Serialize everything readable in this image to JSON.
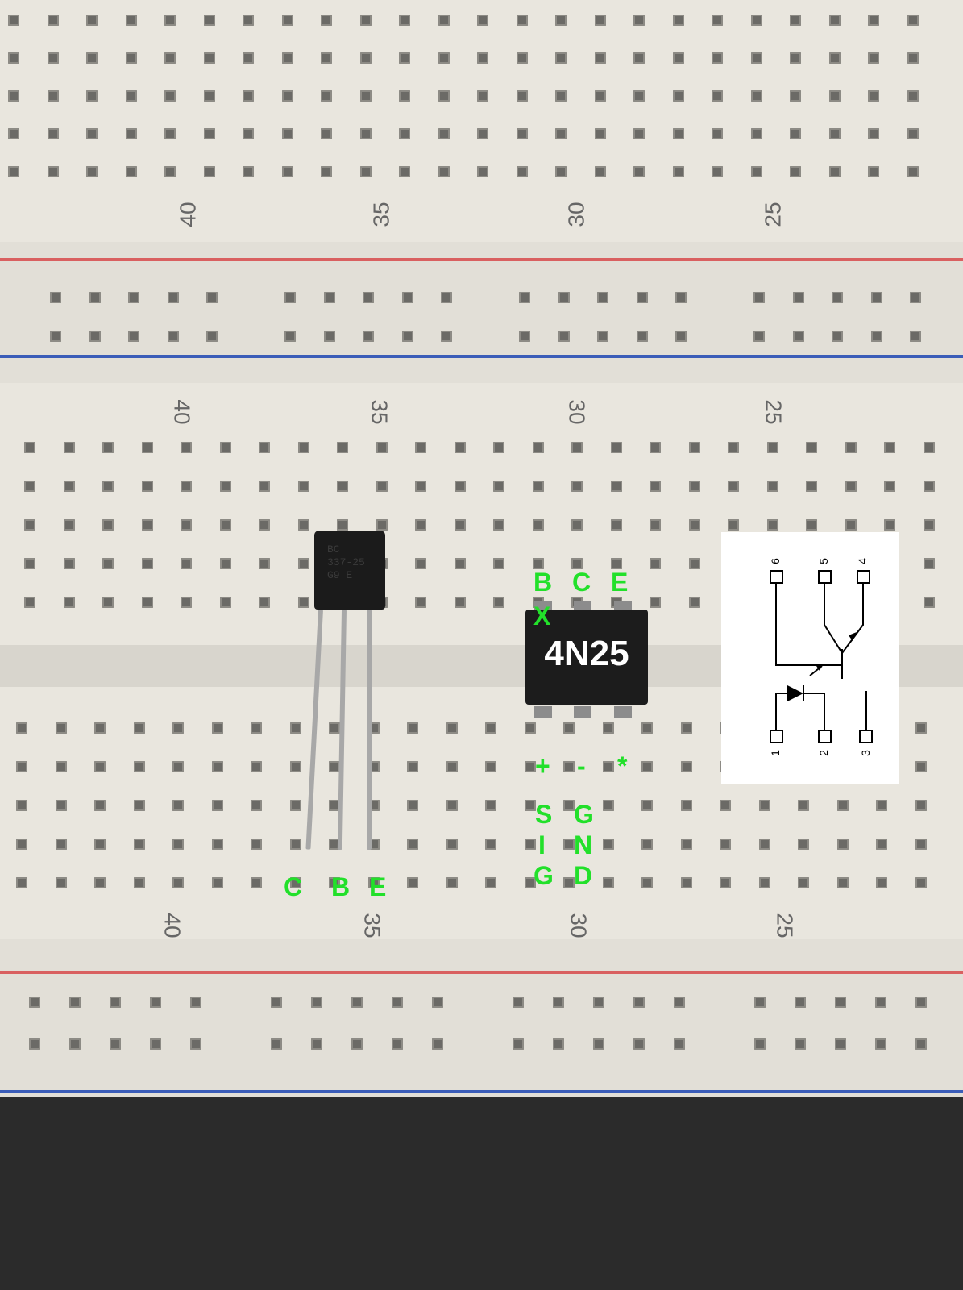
{
  "board": {
    "row_numbers_top": [
      "40",
      "35",
      "30",
      "25"
    ],
    "row_numbers_middle": [
      "40",
      "35",
      "30",
      "25"
    ],
    "row_numbers_bottom": [
      "40",
      "35",
      "30",
      "25"
    ]
  },
  "transistor": {
    "marking_lines": "BC\n337-25\nG9 E",
    "pin_labels": [
      "C",
      "B",
      "E"
    ]
  },
  "optocoupler": {
    "name": "4N25",
    "top_pin_labels": [
      "B",
      "C",
      "E"
    ],
    "top_pin_note": "X",
    "bottom_pin_labels": [
      "+",
      "-",
      "*"
    ],
    "bottom_sig_letters": [
      "S",
      "I",
      "G"
    ],
    "bottom_gnd_letters": [
      "G",
      "N",
      "D"
    ]
  },
  "schematic": {
    "pin_numbers": [
      "6",
      "5",
      "4",
      "1",
      "2",
      "3"
    ]
  },
  "colors": {
    "annotation": "#22e02a",
    "board": "#e9e6de",
    "rail_red": "#d96060",
    "rail_blue": "#3b5db8"
  }
}
